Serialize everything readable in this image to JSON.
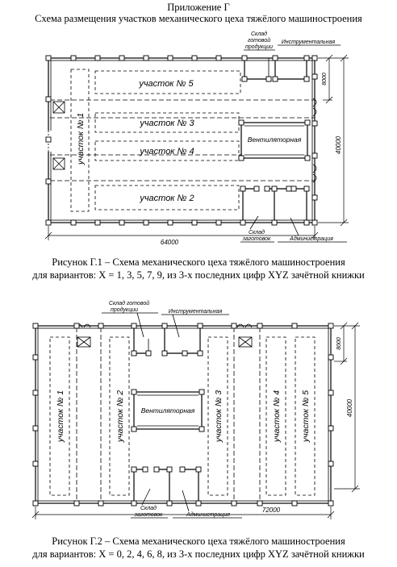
{
  "title": "Приложение Г",
  "subtitle": "Схема размещения участков механического цеха тяжёлого машиностроения",
  "figure1": {
    "caption_line1": "Рисунок Г.1 – Схема механического цеха тяжёлого машиностроения",
    "caption_line2": "для вариантов: X = 1, 3, 5, 7, 9, из 3-х последних цифр XYZ зачётной книжки",
    "section_1": "участок № 1",
    "section_2": "участок № 2",
    "section_3": "участок № 3",
    "section_4": "участок № 4",
    "section_5": "участок № 5",
    "warehouse_line1": "Склад",
    "warehouse_line2": "готовой",
    "warehouse_line3": "продукции",
    "tool_room": "Инструментальная",
    "ventilation": "Вентиляторная",
    "blanks_line1": "Склад",
    "blanks_line2": "заготовок",
    "administration": "Администрация",
    "dim_width": "64000",
    "dim_height": "40000",
    "dim_span": "8000"
  },
  "figure2": {
    "caption_line1": "Рисунок Г.2 – Схема механического цеха тяжёлого машиностроения",
    "caption_line2": "для вариантов: X = 0, 2, 4, 6, 8, из 3-х последних цифр XYZ зачётной книжки",
    "section_1": "участок № 1",
    "section_2": "участок № 2",
    "section_3": "участок № 3",
    "section_4": "участок № 4",
    "section_5": "участок № 5",
    "warehouse_line1": "Склад готовой",
    "warehouse_line2": "продукции",
    "tool_room": "Инструментальная",
    "ventilation": "Вентиляторная",
    "blanks_line1": "Склад",
    "blanks_line2": "заготовок",
    "administration": "Администрация",
    "dim_width": "72000",
    "dim_height": "40000",
    "dim_span": "8000"
  }
}
